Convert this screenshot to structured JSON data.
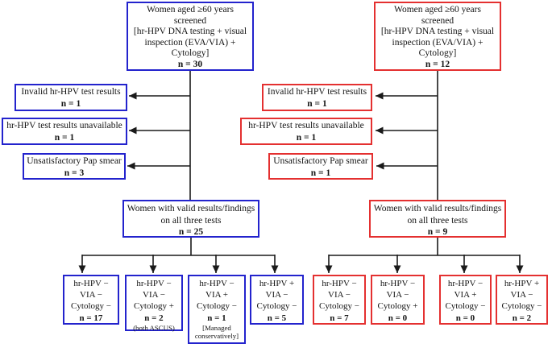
{
  "colors": {
    "cohort1_accent": "#2323cd",
    "cohort2_accent": "#e43030",
    "line": "#1a1a1a"
  },
  "flows": [
    {
      "name": "cohort-blue",
      "top": {
        "lines": [
          "Women aged ≥60 years",
          "screened",
          "[hr-HPV DNA testing + visual",
          "inspection (EVA/VIA) +",
          "Cytology]"
        ],
        "n": "n = 30"
      },
      "exclusions": [
        {
          "label": "Invalid hr-HPV test results",
          "n": "n = 1"
        },
        {
          "label": "hr-HPV test results unavailable",
          "n": "n = 1"
        },
        {
          "label": "Unsatisfactory Pap smear",
          "n": "n = 3"
        }
      ],
      "valid": {
        "lines": [
          "Women with valid results/findings",
          "on all three tests"
        ],
        "n": "n = 25"
      },
      "outcomes": [
        {
          "line1": "hr-HPV −",
          "line2": "VIA −",
          "line3": "Cytology −",
          "n": "n = 17"
        },
        {
          "line1": "hr-HPV −",
          "line2": "VIA −",
          "line3": "Cytology +",
          "n": "n = 2",
          "note": "(both ASCUS)"
        },
        {
          "line1": "hr-HPV −",
          "line2": "VIA +",
          "line3": "Cytology −",
          "n": "n = 1",
          "note": "[Managed conservatively]"
        },
        {
          "line1": "hr-HPV +",
          "line2": "VIA −",
          "line3": "Cytology −",
          "n": "n = 5"
        }
      ]
    },
    {
      "name": "cohort-red",
      "top": {
        "lines": [
          "Women aged ≥60 years",
          "screened",
          "[hr-HPV DNA testing + visual",
          "inspection (EVA/VIA) +",
          "Cytology]"
        ],
        "n": "n = 12"
      },
      "exclusions": [
        {
          "label": "Invalid hr-HPV test results",
          "n": "n = 1"
        },
        {
          "label": "hr-HPV test results unavailable",
          "n": "n = 1"
        },
        {
          "label": "Unsatisfactory Pap smear",
          "n": "n = 1"
        }
      ],
      "valid": {
        "lines": [
          "Women with valid results/findings",
          "on all three tests"
        ],
        "n": "n = 9"
      },
      "outcomes": [
        {
          "line1": "hr-HPV −",
          "line2": "VIA −",
          "line3": "Cytology −",
          "n": "n = 7"
        },
        {
          "line1": "hr-HPV −",
          "line2": "VIA −",
          "line3": "Cytology +",
          "n": "n = 0"
        },
        {
          "line1": "hr-HPV −",
          "line2": "VIA +",
          "line3": "Cytology −",
          "n": "n = 0"
        },
        {
          "line1": "hr-HPV +",
          "line2": "VIA −",
          "line3": "Cytology −",
          "n": "n = 2"
        }
      ]
    }
  ]
}
